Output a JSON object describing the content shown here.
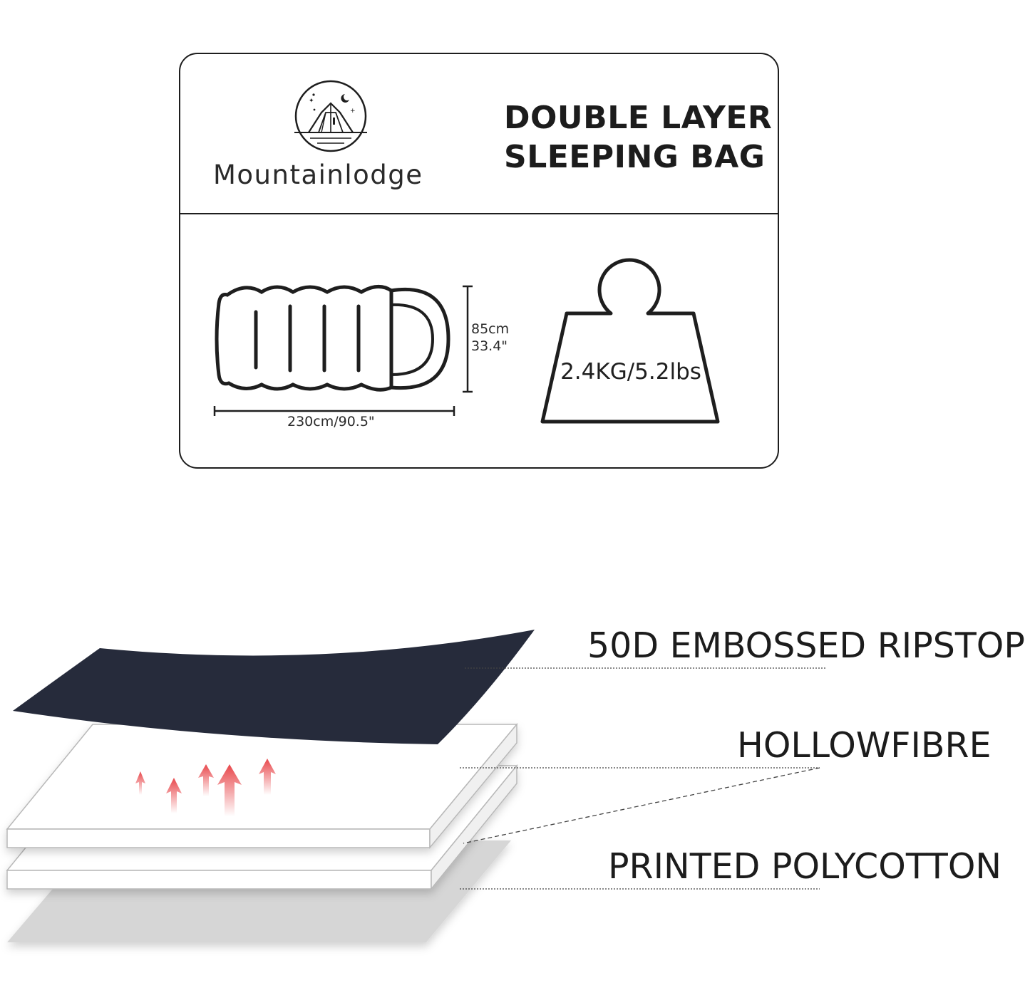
{
  "brand": {
    "name": "Mountainlodge",
    "logo_icon": "tent-under-moon-logo-icon"
  },
  "product": {
    "title_line1": "DOUBLE LAYER",
    "title_line2": "SLEEPING BAG"
  },
  "dimensions": {
    "width_cm": "85cm",
    "width_in": "33.4\"",
    "length": "230cm/90.5\""
  },
  "weight": {
    "label": "2.4KG/5.2lbs",
    "icon": "weight-icon"
  },
  "layers": [
    {
      "label": "50D EMBOSSED RIPSTOP",
      "color": "#262b3b"
    },
    {
      "label": "HOLLOWFIBRE",
      "color": "#ffffff"
    },
    {
      "label": "PRINTED POLYCOTTON",
      "color": "#d6d6d6"
    }
  ],
  "colors": {
    "outline": "#1e1e1e",
    "heat_arrows": "#e8474b"
  }
}
